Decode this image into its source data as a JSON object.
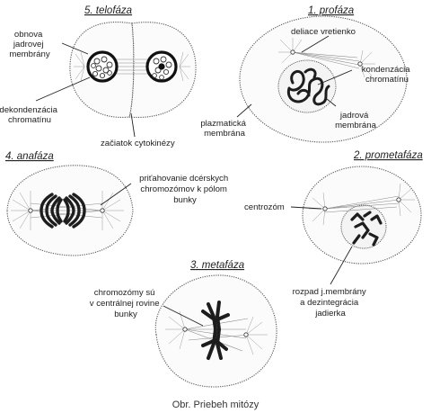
{
  "phases": {
    "telophase": {
      "title": "5. telofáza",
      "labels": {
        "membrane_renewal": [
          "obnova",
          "jadrovej",
          "membrány"
        ],
        "decondensation": [
          "dekondenzácia",
          "chromatínu"
        ],
        "cytokinesis": "začiatok cytokinézy"
      }
    },
    "prophase": {
      "title": "1. profáza",
      "labels": {
        "spindle": "deliace vretienko",
        "condensation": [
          "kondenzácia",
          "chromatínu"
        ],
        "nuclear_membrane": [
          "jadrová",
          "membrána"
        ],
        "plasma_membrane": [
          "plazmatická",
          "membrána"
        ]
      }
    },
    "anaphase": {
      "title": "4. anafáza",
      "labels": {
        "pulling": [
          "priťahovanie dcérskych",
          "chromozómov k pólom",
          "bunky"
        ]
      }
    },
    "prometaphase": {
      "title": "2. prometafáza",
      "labels": {
        "centrosome": "centrozóm",
        "breakdown": [
          "rozpad j.membrány",
          "a dezintegrácia",
          "jadierka"
        ]
      }
    },
    "metaphase": {
      "title": "3. metafáza",
      "labels": {
        "plate": [
          "chromozómy sú",
          "v centrálnej rovine",
          "bunky"
        ]
      }
    }
  },
  "caption": "Obr. Priebeh mitózy"
}
